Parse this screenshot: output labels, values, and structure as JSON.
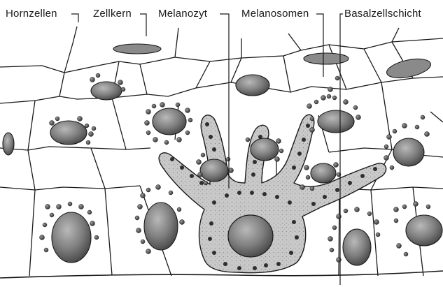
{
  "labels": {
    "hornzellen": "Hornzellen",
    "zellkern": "Zellkern",
    "melanozyt": "Melanozyt",
    "melanosomen": "Melanosomen",
    "basalzellschicht": "Basalzellschicht"
  },
  "colors": {
    "ink": "#1a1a1a",
    "nucleus": "#7d7d7d",
    "melanocyte": "#c6c6c6",
    "melanosome": "#5a5a5a",
    "paper": "#ffffff"
  }
}
